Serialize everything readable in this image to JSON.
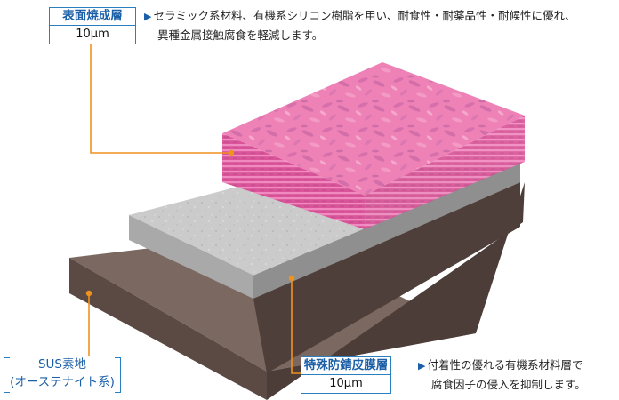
{
  "labels": {
    "surface_layer": {
      "title": "表面焼成層",
      "thickness": "10µm",
      "desc_line1": "セラミック系材料、有機系シリコン樹脂を用い、耐食性・耐薬品性・耐候性に優れ、",
      "desc_line2": "異種金属接触腐食を軽減します。"
    },
    "special_coating": {
      "title": "特殊防錆皮膜層",
      "thickness": "10µm",
      "desc_line1": "付着性の優れる有機系材料層で",
      "desc_line2": "腐食因子の侵入を抑制します。"
    },
    "sus_base": {
      "line1": "SUS素地",
      "line2": "(オーステナイト系)"
    }
  },
  "colors": {
    "accent_blue": "#2a7fc1",
    "leader_orange": "#f0921e",
    "surface_pink": "#ea6ea8",
    "coating_gray": "#c9c9c9",
    "base_brown": "#6a5850"
  }
}
